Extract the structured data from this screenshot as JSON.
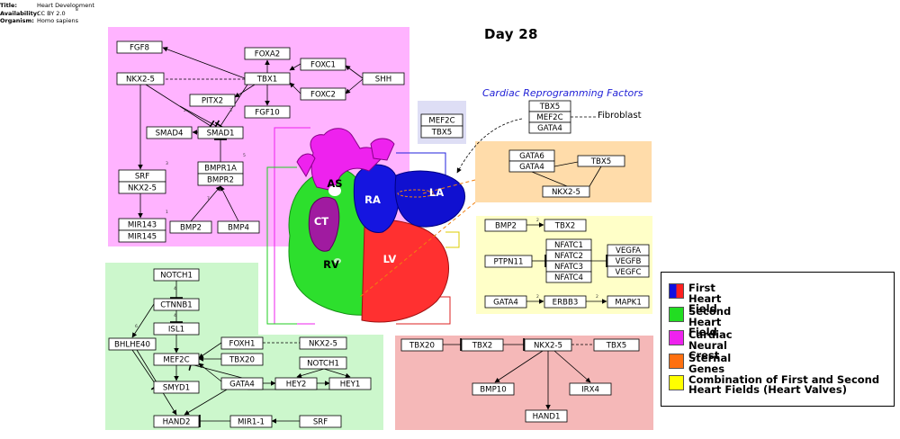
{
  "header": {
    "title_label": "Title:",
    "title_value": "Heart Development",
    "availability_label": "Availability:",
    "availability_value": "CC BY 2.0",
    "organism_label": "Organism:",
    "organism_value": "Homo sapiens",
    "superscript": "8"
  },
  "stage": "Day 28",
  "crf": {
    "title": "Cardiac Reprogramming Factors",
    "fibroblast": "Fibroblast",
    "genes": [
      "TBX5",
      "MEF2C",
      "GATA4"
    ]
  },
  "heart_labels": {
    "as": "AS",
    "ra": "RA",
    "la": "LA",
    "ct": "CT",
    "rv": "RV",
    "lv": "LV"
  },
  "legend": [
    {
      "label": "First Heart Field",
      "color": "#ff2020",
      "color2": "#1010e0"
    },
    {
      "label": "Second Heart Field",
      "color": "#22dd22"
    },
    {
      "label": "Cardiac Neural Crest",
      "color": "#ee22ee"
    },
    {
      "label": "Sternal Genes",
      "color": "#ff7010"
    },
    {
      "label": "Combination of First and Second Heart Fields (Heart Valves)",
      "color": "#ffff00"
    }
  ],
  "panels": {
    "neural_crest": {
      "color": "#ffb3ff"
    },
    "second_field": {
      "color": "#ccf7cc"
    },
    "first_field": {
      "color": "#f5b8b8"
    },
    "valves": {
      "color": "#ffffc8"
    },
    "sternal": {
      "color": "#ffdcaa"
    },
    "crf_small": {
      "color": "#dedef5"
    }
  },
  "genes": {
    "fgf8": "FGF8",
    "foxa2": "FOXA2",
    "foxc1": "FOXC1",
    "nkx25_a": "NKX2-5",
    "tbx1": "TBX1",
    "shh": "SHH",
    "pitx2": "PITX2",
    "foxc2": "FOXC2",
    "smad4": "SMAD4",
    "smad1": "SMAD1",
    "fgf10": "FGF10",
    "srf_a": "SRF",
    "nkx25_b": "NKX2-5",
    "bmpr1a": "BMPR1A",
    "bmpr2": "BMPR2",
    "mir143": "MIR143",
    "mir145": "MIR145",
    "bmp2_a": "BMP2",
    "bmp4": "BMP4",
    "mef2c_a": "MEF2C",
    "tbx5_a": "TBX5",
    "gata6": "GATA6",
    "gata4_a": "GATA4",
    "tbx5_b": "TBX5",
    "nkx25_c": "NKX2-5",
    "bmp2_b": "BMP2",
    "tbx2_a": "TBX2",
    "nfatc1": "NFATC1",
    "nfatc2": "NFATC2",
    "nfatc3": "NFATC3",
    "nfatc4": "NFATC4",
    "ptpn11": "PTPN11",
    "vegfa": "VEGFA",
    "vegfb": "VEGFB",
    "vegfc": "VEGFC",
    "gata4_b": "GATA4",
    "erbb3": "ERBB3",
    "mapk1": "MAPK1",
    "notch1_a": "NOTCH1",
    "ctnnb1": "CTNNB1",
    "isl1": "ISL1",
    "bhlhe40": "BHLHE40",
    "foxh1": "FOXH1",
    "nkx25_d": "NKX2-5",
    "mef2c_b": "MEF2C",
    "tbx20_a": "TBX20",
    "notch1_b": "NOTCH1",
    "smyd1": "SMYD1",
    "gata4_c": "GATA4",
    "hey2": "HEY2",
    "hey1": "HEY1",
    "hand2": "HAND2",
    "mir11": "MIR1-1",
    "srf_b": "SRF",
    "tbx20_b": "TBX20",
    "tbx2_b": "TBX2",
    "nkx25_e": "NKX2-5",
    "tbx5_c": "TBX5",
    "bmp10": "BMP10",
    "irx4": "IRX4",
    "hand1": "HAND1"
  },
  "edge_labels": {
    "nc_pitx2": "2",
    "nc_fgf10": "3",
    "nc_bmpr": "5",
    "nc_srf": "3",
    "nc_mir": "1",
    "nc_bmp": "7",
    "sh_notch": "4",
    "sh_ctnnb1": "4",
    "sh_bhlhe": "6",
    "val_bmp": "2",
    "val_gata": "2",
    "val_erbb": "2"
  }
}
